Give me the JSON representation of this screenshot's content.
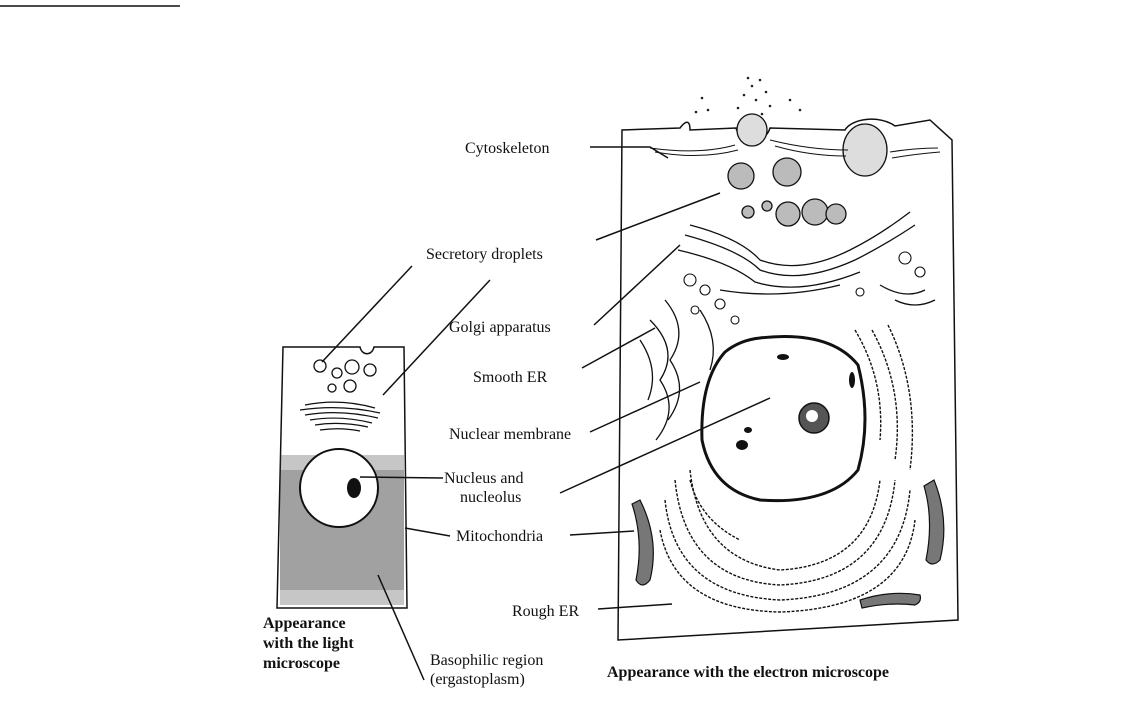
{
  "labels": {
    "cytoskeleton": "Cytoskeleton",
    "secretory_droplets": "Secretory droplets",
    "golgi_apparatus": "Golgi apparatus",
    "smooth_er": "Smooth ER",
    "nuclear_membrane": "Nuclear membrane",
    "nucleus_line1": "Nucleus and",
    "nucleus_line2": "nucleolus",
    "mitochondria": "Mitochondria",
    "rough_er": "Rough ER",
    "basophilic_line1": "Basophilic region",
    "basophilic_line2": "(ergastoplasm)"
  },
  "captions": {
    "light_line1": "Appearance",
    "light_line2": "with the light",
    "light_line3": "microscope",
    "electron": "Appearance with the electron microscope"
  }
}
